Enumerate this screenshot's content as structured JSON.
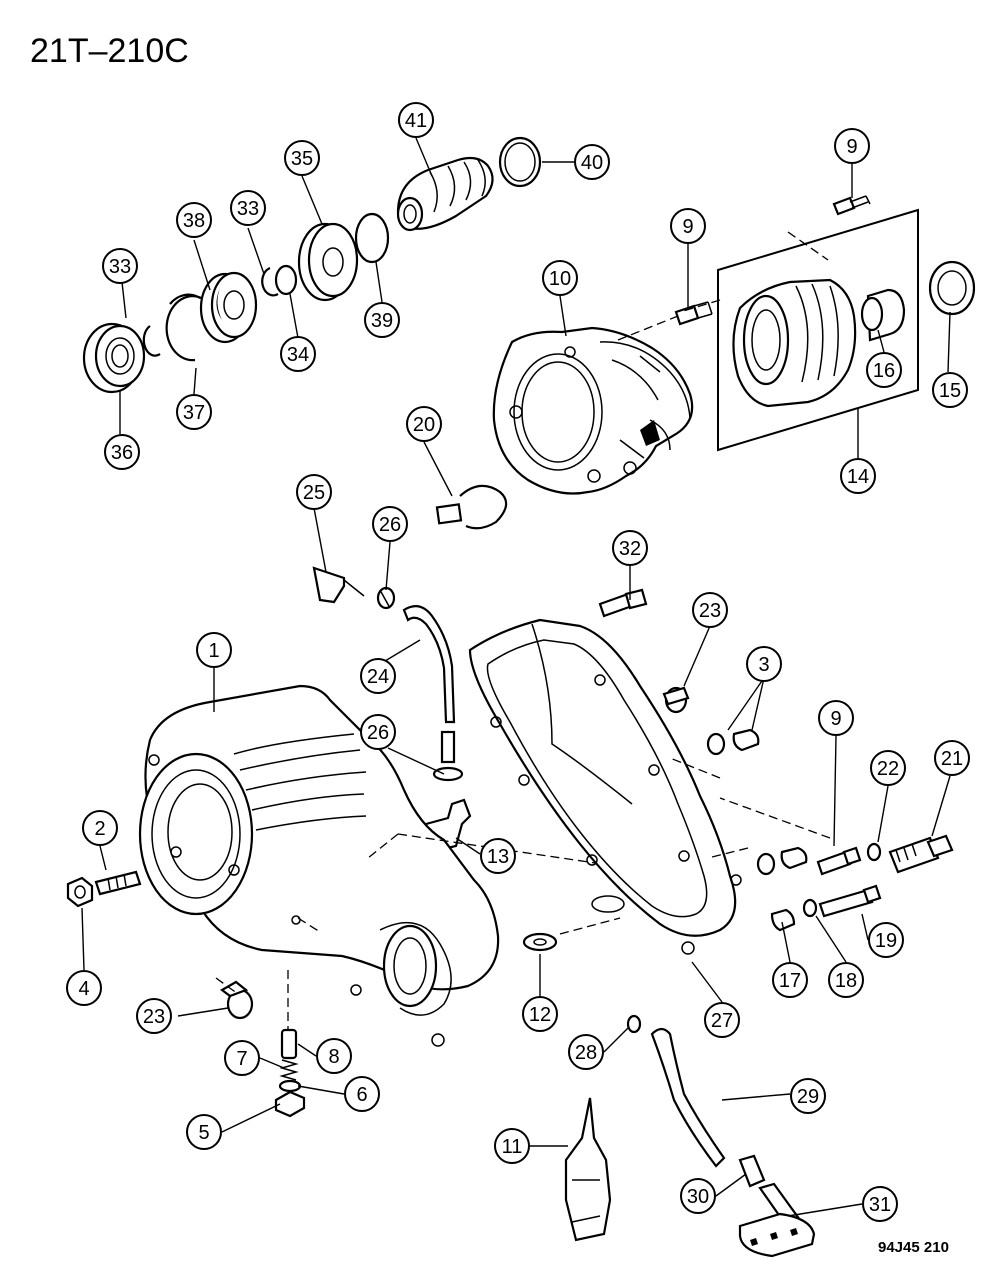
{
  "diagram": {
    "title": "21T–210C",
    "code": "94J45  210"
  },
  "callouts": [
    {
      "label": "1"
    },
    {
      "label": "2"
    },
    {
      "label": "3"
    },
    {
      "label": "4"
    },
    {
      "label": "5"
    },
    {
      "label": "6"
    },
    {
      "label": "7"
    },
    {
      "label": "8"
    },
    {
      "label": "9"
    },
    {
      "label": "9"
    },
    {
      "label": "9"
    },
    {
      "label": "10"
    },
    {
      "label": "11"
    },
    {
      "label": "12"
    },
    {
      "label": "13"
    },
    {
      "label": "14"
    },
    {
      "label": "15"
    },
    {
      "label": "16"
    },
    {
      "label": "17"
    },
    {
      "label": "18"
    },
    {
      "label": "19"
    },
    {
      "label": "20"
    },
    {
      "label": "21"
    },
    {
      "label": "22"
    },
    {
      "label": "23"
    },
    {
      "label": "23"
    },
    {
      "label": "24"
    },
    {
      "label": "25"
    },
    {
      "label": "26"
    },
    {
      "label": "26"
    },
    {
      "label": "27"
    },
    {
      "label": "28"
    },
    {
      "label": "29"
    },
    {
      "label": "30"
    },
    {
      "label": "31"
    },
    {
      "label": "32"
    },
    {
      "label": "33"
    },
    {
      "label": "33"
    },
    {
      "label": "34"
    },
    {
      "label": "35"
    },
    {
      "label": "36"
    },
    {
      "label": "37"
    },
    {
      "label": "38"
    },
    {
      "label": "39"
    },
    {
      "label": "40"
    },
    {
      "label": "41"
    }
  ]
}
